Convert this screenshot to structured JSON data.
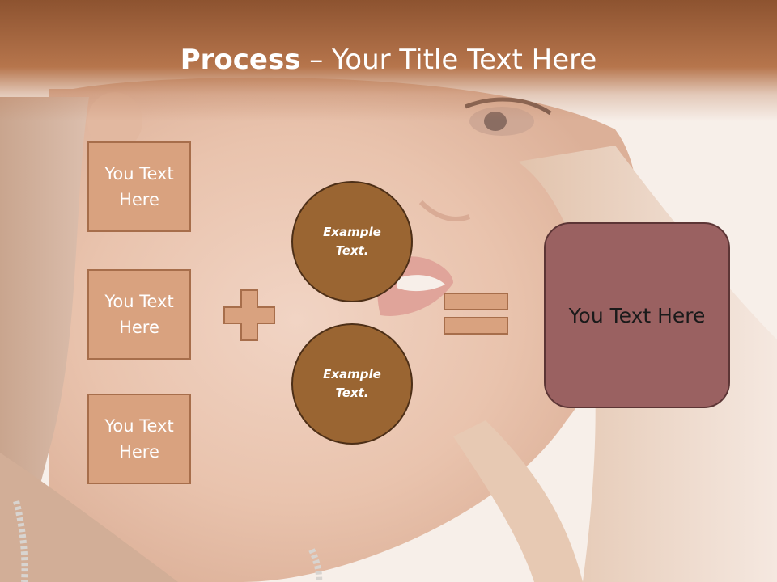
{
  "slide": {
    "title_strong": "Process",
    "title_rest": " – Your Title Text Here"
  },
  "left_boxes": [
    {
      "label": "You Text Here"
    },
    {
      "label": "You Text Here"
    },
    {
      "label": "You Text Here"
    }
  ],
  "circles": [
    {
      "label": "Example Text."
    },
    {
      "label": "Example Text."
    }
  ],
  "result_box": {
    "label": "You Text Here"
  },
  "colors": {
    "title_bar": "#a86a42",
    "box_fill": "#d9a27f",
    "circle_fill": "#9a6532",
    "result_fill": "#9a6161"
  }
}
